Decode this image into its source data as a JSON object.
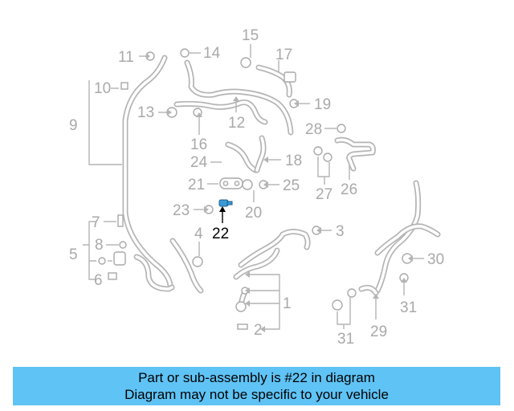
{
  "diagram": {
    "labels": [
      "15",
      "11",
      "14",
      "17",
      "10",
      "9",
      "19",
      "13",
      "12",
      "16",
      "28",
      "18",
      "24",
      "21",
      "25",
      "27",
      "26",
      "20",
      "23",
      "22",
      "7",
      "8",
      "4",
      "3",
      "5",
      "30",
      "6",
      "1",
      "31",
      "2",
      "29"
    ],
    "highlighted_part": "22"
  },
  "banner": {
    "line1": "Part or sub-assembly is #22 in diagram",
    "line2": "Diagram may not be specific to your vehicle"
  },
  "colors": {
    "banner": "#5fc3f5",
    "highlight": "#3a9bd8",
    "line_art": "#a9a9a9"
  }
}
